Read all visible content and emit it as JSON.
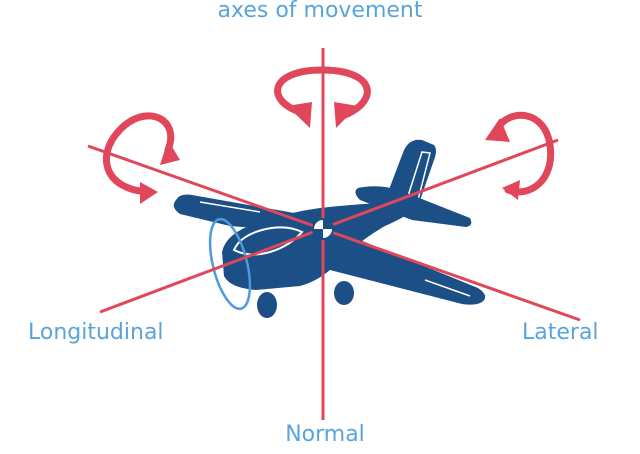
{
  "title": "axes of movement",
  "axes": {
    "longitudinal": "Longitudinal",
    "lateral": "Lateral",
    "normal": "Normal"
  },
  "colors": {
    "axis": "#e0475a",
    "airplane": "#1b4f86",
    "label": "#5aa4dc",
    "propeller": "#4d9bdc",
    "outline": "#ffffff"
  }
}
